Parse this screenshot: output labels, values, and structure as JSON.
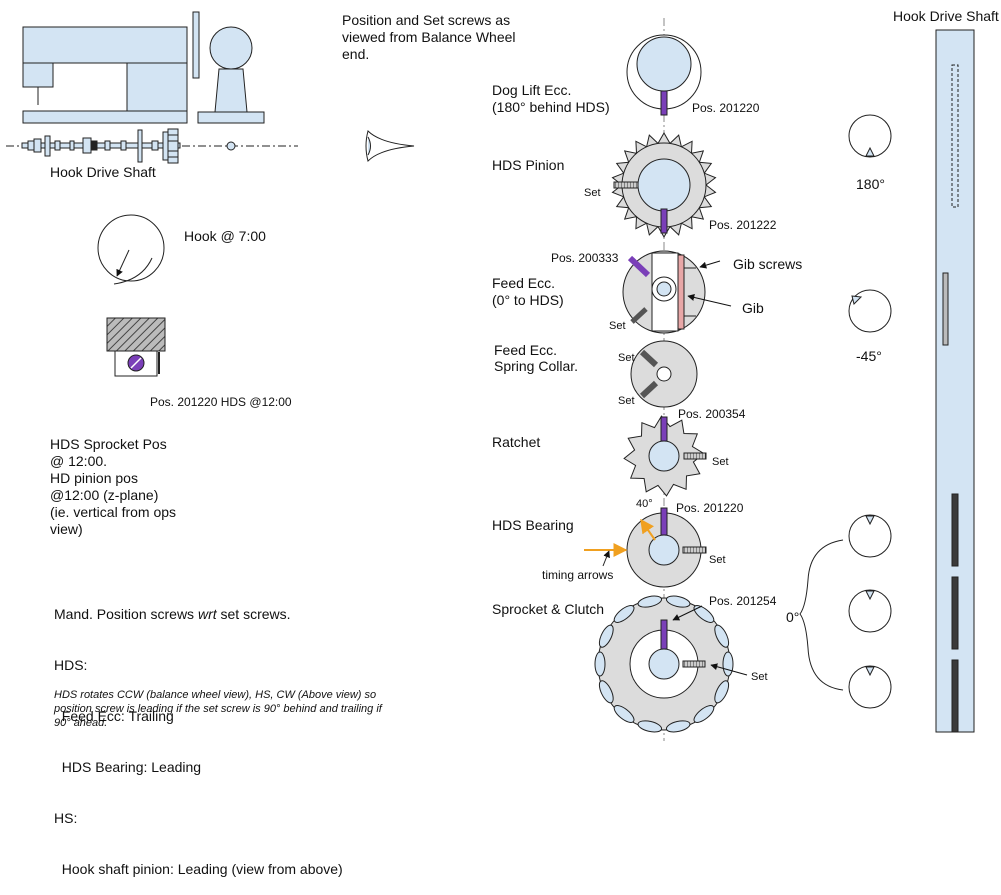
{
  "header": {
    "screws_view_note": "Position and Set screws as viewed from Balance Wheel end.",
    "hook_drive_shaft_label": "Hook Drive Shaft",
    "right_panel_title": "Hook Drive Shaft"
  },
  "left_panel": {
    "hook_label": "Hook @ 7:00",
    "position_label": "Pos. 201220 HDS @12:00",
    "sprocket_note_lines": [
      "HDS Sprocket Pos",
      "@ 12:00.",
      "HD pinion pos",
      "@12:00 (z-plane)",
      "(ie. vertical from ops",
      "view)"
    ],
    "mand_lines": [
      "Mand. Position screws wrt set screws.",
      "HDS:",
      "  Feed Ecc: Trailing",
      "  HDS Bearing: Leading",
      "HS:",
      "  Hook shaft pinion: Leading (view from above)"
    ],
    "footnote": "HDS rotates CCW (balance wheel view), HS, CW (Above view) so position screw is leading if the set screw is 90° behind and trailing if 90° ahead."
  },
  "components": [
    {
      "name": "Dog Lift Ecc.",
      "subtitle": "(180° behind HDS)",
      "pos": "Pos. 201220"
    },
    {
      "name": "HDS Pinion",
      "set": "Set",
      "pos": "Pos. 201222"
    },
    {
      "name": "Feed Ecc.",
      "subtitle": "(0° to HDS)",
      "pos": "Pos. 200333",
      "set": "Set",
      "gib_screws": "Gib screws",
      "gib": "Gib"
    },
    {
      "name": "Feed Ecc.",
      "subtitle": "Spring Collar.",
      "set_top": "Set",
      "set_bottom": "Set"
    },
    {
      "name": "Ratchet",
      "pos": "Pos. 200354",
      "set": "Set"
    },
    {
      "name": "HDS Bearing",
      "pos": "Pos. 201220",
      "set": "Set",
      "angle": "40°",
      "timing": "timing arrows"
    },
    {
      "name": "Sprocket & Clutch",
      "pos": "Pos. 201254",
      "set": "Set"
    }
  ],
  "orientation_markers": {
    "top_angle": "180°",
    "mid_angle": "-45°",
    "bottom_angle": "0°"
  },
  "colors": {
    "part_fill": "#d3e4f3",
    "gear_fill": "#dcdcdc",
    "screw_purple": "#7a3fb8",
    "gib_pink": "#e8a7a7",
    "timing_orange": "#f0a020",
    "dark_bar": "#3a3a3a"
  }
}
